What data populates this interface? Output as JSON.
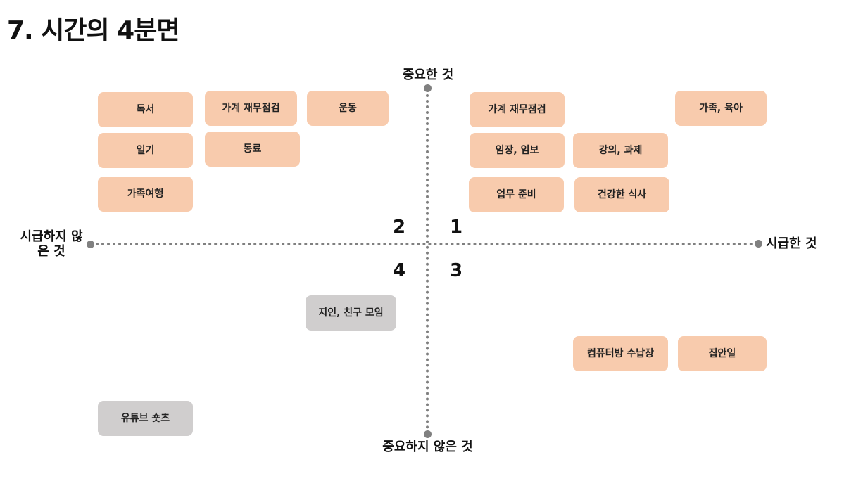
{
  "title": "7. 시간의 4분면",
  "axes": {
    "top": "중요한 것",
    "bottom": "중요하지 않은 것",
    "left": "시급하지 않은 것",
    "right": "시급한 것"
  },
  "quadrants": [
    "1",
    "2",
    "3",
    "4"
  ],
  "items": [
    {
      "label": "독서",
      "quadrant": "2",
      "color": "#F8CBAD"
    },
    {
      "label": "가계 재무점검",
      "quadrant": "2",
      "color": "#F8CBAD"
    },
    {
      "label": "운동",
      "quadrant": "2",
      "color": "#F8CBAD"
    },
    {
      "label": "일기",
      "quadrant": "2",
      "color": "#F8CBAD"
    },
    {
      "label": "동료",
      "quadrant": "2",
      "color": "#F8CBAD"
    },
    {
      "label": "가족여행",
      "quadrant": "2",
      "color": "#F8CBAD"
    },
    {
      "label": "가계 재무점검",
      "quadrant": "1",
      "color": "#F8CBAD"
    },
    {
      "label": "가족, 육아",
      "quadrant": "1",
      "color": "#F8CBAD"
    },
    {
      "label": "임장, 임보",
      "quadrant": "1",
      "color": "#F8CBAD"
    },
    {
      "label": "강의, 과제",
      "quadrant": "1",
      "color": "#F8CBAD"
    },
    {
      "label": "업무 준비",
      "quadrant": "1",
      "color": "#F8CBAD"
    },
    {
      "label": "건강한 식사",
      "quadrant": "1",
      "color": "#F8CBAD"
    },
    {
      "label": "지인, 친구 모임",
      "quadrant": "4",
      "color": "#D0CECE"
    },
    {
      "label": "컴퓨터방 수납장",
      "quadrant": "3",
      "color": "#F8CBAD"
    },
    {
      "label": "집안일",
      "quadrant": "3",
      "color": "#F8CBAD"
    },
    {
      "label": "유튜브 숏츠",
      "quadrant": "4",
      "color": "#D0CECE"
    }
  ]
}
